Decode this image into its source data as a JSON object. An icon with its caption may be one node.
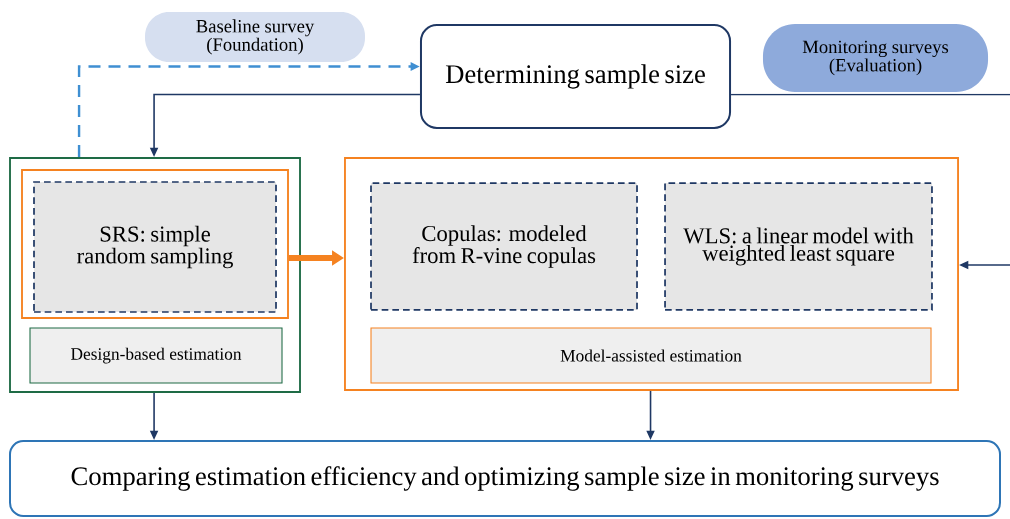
{
  "diagram": {
    "nodes": [
      {
        "text": [
          "Baseline survey (Foundation)"
        ]
      },
      {
        "text": [
          "Monitoring surveys (Evaluation)"
        ]
      },
      {
        "text": [
          "Determining sample size"
        ]
      },
      {
        "text": [],
        "shape": "box"
      },
      {
        "text": [],
        "shape": "box",
        "in": 3
      },
      {
        "text": [
          "SRS: simple random sampling"
        ],
        "in": 4
      },
      {
        "text": [
          "Design-based estimation"
        ],
        "in": 3
      },
      {
        "text": [],
        "shape": "box"
      },
      {
        "text": [
          "Copulas: modeled from R-vine copulas"
        ],
        "in": 7
      },
      {
        "text": [
          "WLS: a linear model with weighted least square"
        ],
        "in": 7
      },
      {
        "text": [
          "Model-assisted estimation"
        ],
        "in": 7
      },
      {
        "text": [
          "Comparing estimation efficiency and optimizing sample size in monitoring surveys"
        ]
      }
    ],
    "edges": [
      {
        "from": 3,
        "to": 2,
        "arrow": "to",
        "style": "dashed",
        "color": "#3f8fd2"
      },
      {
        "from": 2,
        "to": 3,
        "arrow": "to"
      },
      {
        "from": 2,
        "to": null,
        "arrow": "none"
      },
      {
        "from": null,
        "to": 7,
        "arrow": "to"
      },
      {
        "from": 4,
        "to": 7,
        "arrow": "to",
        "style": "thick",
        "color": "#f58220"
      },
      {
        "from": 3,
        "to": 11,
        "arrow": "to"
      },
      {
        "from": 7,
        "to": 11,
        "arrow": "to"
      }
    ]
  }
}
